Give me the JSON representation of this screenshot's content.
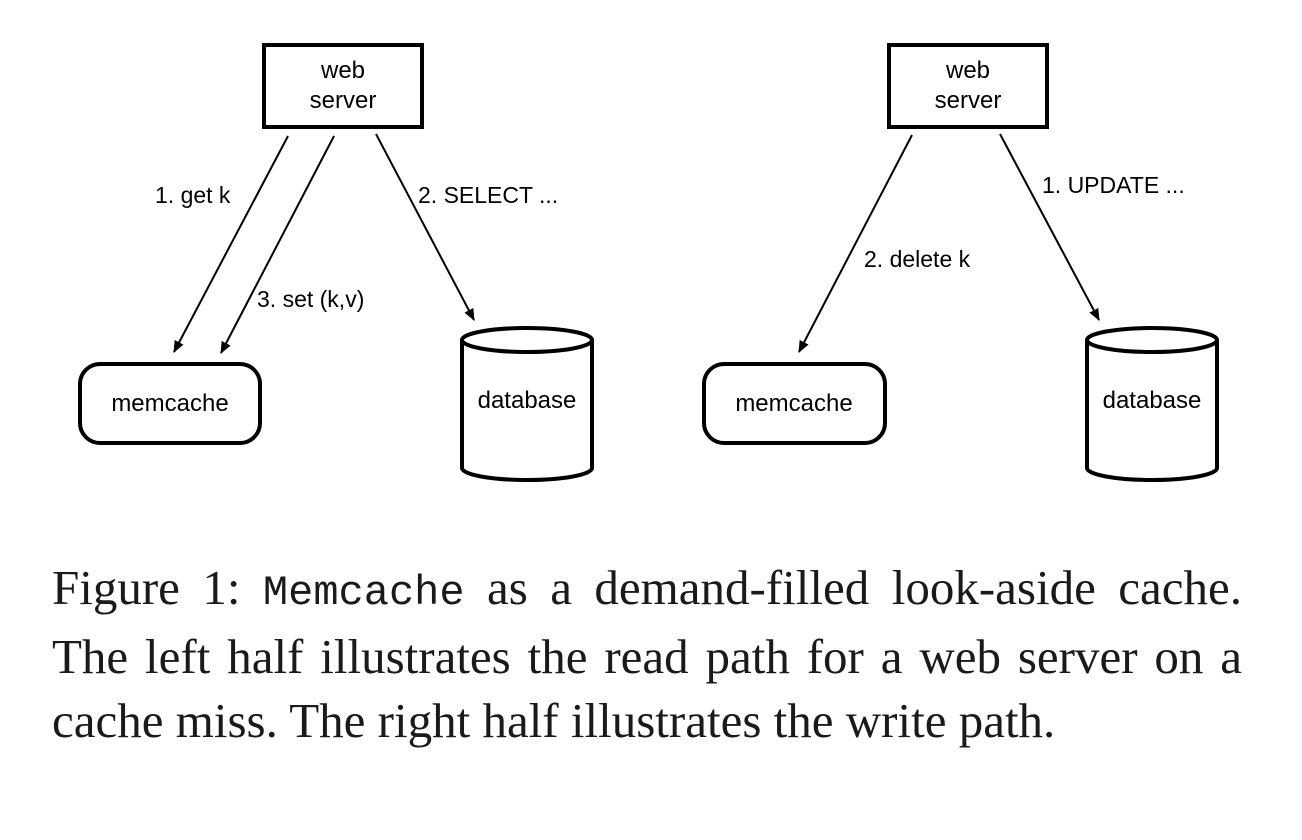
{
  "diagram": {
    "left": {
      "web_server": [
        "web",
        "server"
      ],
      "memcache": "memcache",
      "database": "database",
      "edges": {
        "get": "1. get k",
        "select": "2. SELECT ...",
        "set": "3. set (k,v)"
      }
    },
    "right": {
      "web_server": [
        "web",
        "server"
      ],
      "memcache": "memcache",
      "database": "database",
      "edges": {
        "update": "1. UPDATE ...",
        "delete": "2. delete k"
      }
    }
  },
  "caption": {
    "label": "Figure 1:",
    "code": "Memcache",
    "text": "as a demand-filled look-aside cache. The left half illustrates the read path for a web server on a cache miss. The right half illustrates the write path."
  }
}
